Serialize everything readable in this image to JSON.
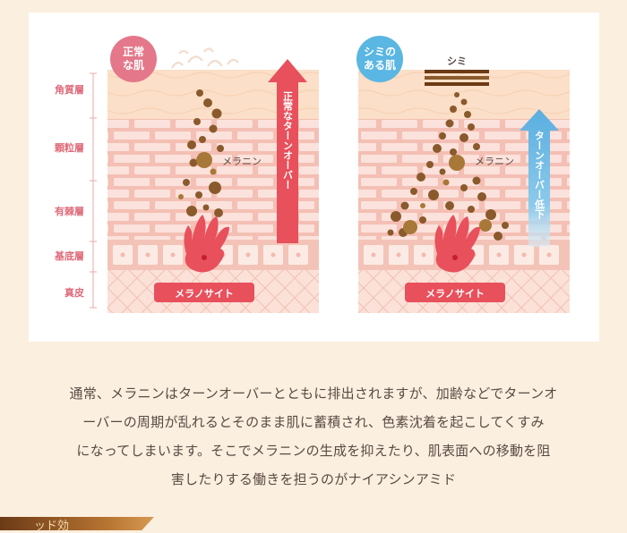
{
  "diagram": {
    "layers": [
      "角質層",
      "顆粒層",
      "有棘層",
      "基底層",
      "真皮"
    ],
    "left_panel": {
      "badge_line1": "正常",
      "badge_line2": "な肌",
      "melanin_label": "メラニン",
      "arrow_label": "正常なターンオーバー",
      "melanocyte_label": "メラノサイト"
    },
    "right_panel": {
      "badge_line1": "シミの",
      "badge_line2": "ある肌",
      "spot_label": "シミ",
      "melanin_label": "メラニン",
      "arrow_label": "ターンオーバー低下",
      "melanocyte_label": "メラノサイト"
    },
    "colors": {
      "normal_badge": "#e4788a",
      "spot_badge": "#5ab6e2",
      "normal_arrow": "#e8505c",
      "spot_arrow": "#5aaee0",
      "melanocyte": "#e8505c",
      "skin": "#f7c9bd",
      "melanin": "#8a5a2c"
    }
  },
  "description_lines": [
    "通常、メラニンはターンオーバーとともに排出されますが、加齢などでターンオ",
    "ーバーの周期が乱れるとそのまま肌に蓄積され、色素沈着を起こしてくすみ",
    "になってしまいます。そこでメラニンの生成を抑えたり、肌表面への移動を阻",
    "害したりする働きを担うのがナイアシンアミド"
  ],
  "footer_label": "ッド効"
}
